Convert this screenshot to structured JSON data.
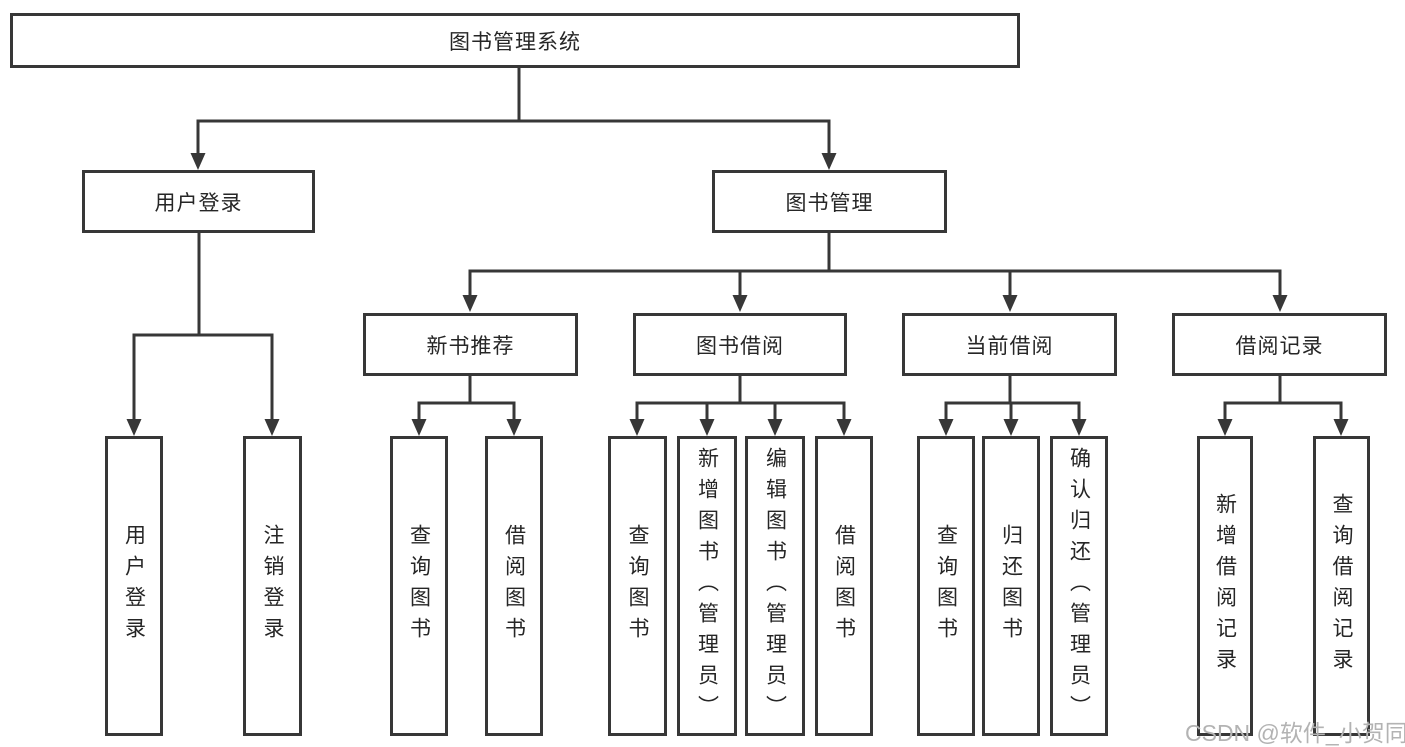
{
  "diagram": {
    "root": {
      "label": "图书管理系统",
      "children": [
        {
          "label": "用户登录",
          "children": [
            {
              "label": "用户登录"
            },
            {
              "label": "注销登录"
            }
          ]
        },
        {
          "label": "图书管理",
          "children": [
            {
              "label": "新书推荐",
              "children": [
                {
                  "label": "查询图书"
                },
                {
                  "label": "借阅图书"
                }
              ]
            },
            {
              "label": "图书借阅",
              "children": [
                {
                  "label": "查询图书"
                },
                {
                  "label": "新增图书（管理员）"
                },
                {
                  "label": "编辑图书（管理员）"
                },
                {
                  "label": "借阅图书"
                }
              ]
            },
            {
              "label": "当前借阅",
              "children": [
                {
                  "label": "查询图书"
                },
                {
                  "label": "归还图书"
                },
                {
                  "label": "确认归还（管理员）"
                }
              ]
            },
            {
              "label": "借阅记录",
              "children": [
                {
                  "label": "新增借阅记录"
                },
                {
                  "label": "查询借阅记录"
                }
              ]
            }
          ]
        }
      ]
    }
  },
  "watermark": {
    "text": "CSDN @软件_小贺同学"
  },
  "colors": {
    "line": "#373737",
    "box_border": "#373737",
    "text": "#262626",
    "watermark": "#b3b3b3",
    "background": "#ffffff"
  }
}
